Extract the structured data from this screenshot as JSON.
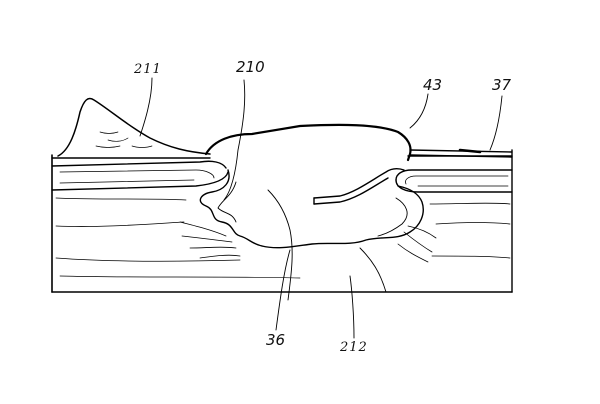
{
  "labels": {
    "ref_211": "211",
    "ref_210": "210",
    "ref_43": "43",
    "ref_37": "37",
    "ref_36": "36",
    "ref_212": "212"
  },
  "colors": {
    "ink": "#000000",
    "paper": "#ffffff"
  }
}
